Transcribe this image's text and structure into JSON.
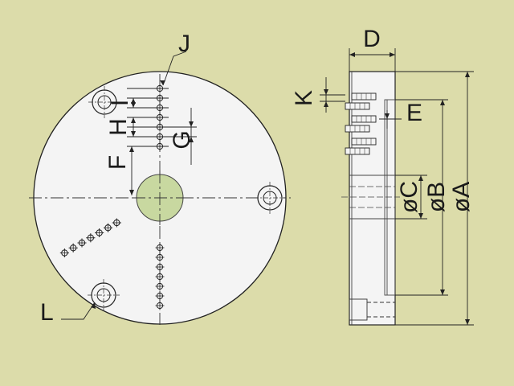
{
  "colors": {
    "background": "#dcdcaa",
    "part_fill": "#f4f4f4",
    "bore_fill": "#c8d8a0",
    "line": "#222222"
  },
  "front_view": {
    "labels": {
      "j": "J",
      "h": "H",
      "i": "I",
      "f": "F",
      "g": "G",
      "l": "L"
    }
  },
  "side_view": {
    "labels": {
      "d": "D",
      "k": "K",
      "e": "E",
      "c": "øC",
      "b": "øB",
      "a": "øA"
    }
  }
}
